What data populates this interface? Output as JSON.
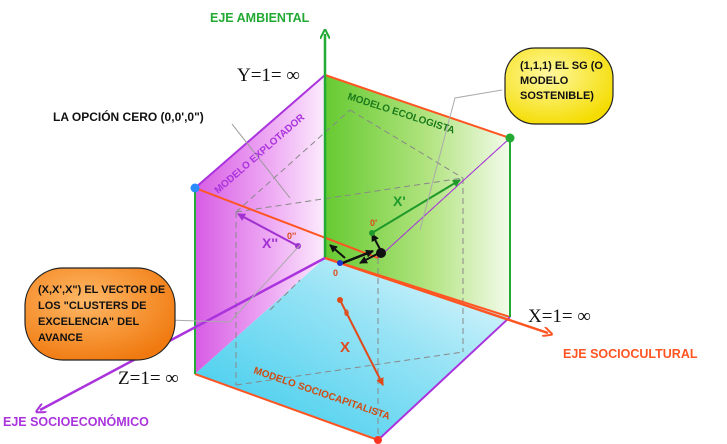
{
  "axes": {
    "ambiental": "EJE AMBIENTAL",
    "sociocultural": "EJE SOCIOCULTURAL",
    "socioeconomico": "EJE SOCIOECONÓMICO"
  },
  "limits": {
    "y": "Y=1= ∞",
    "x": "X=1= ∞",
    "z": "Z=1= ∞"
  },
  "faces": {
    "ecologista": "MODELO ECOLOGISTA",
    "explotador": "MODELO EXPLOTADOR",
    "sociocapitalista": "MODELO SOCIOCAPITALISTA"
  },
  "opcion_cero": "LA OPCIÓN CERO (0,0',0\")",
  "callout_sg": [
    "(1,1,1) EL SG (O",
    "MODELO",
    "SOSTENIBLE)"
  ],
  "callout_vector": [
    "(X,X',X\") EL VECTOR DE",
    "LOS \"CLUSTERS DE",
    "EXCELENCIA\" DEL",
    "AVANCE"
  ],
  "vectors": {
    "x": "X",
    "x_prime": "X'",
    "x_double": "X''",
    "origin_x": "0",
    "origin_x_prime": "0'",
    "origin_x_double": "0''",
    "origin_main": "0"
  },
  "colors": {
    "ambiental": "#22aa33",
    "sociocultural": "#ff5522",
    "socioeconomico": "#aa33dd",
    "ecologista": "#66cc22",
    "explotador": "#dd66ee",
    "sociocapitalista": "#33c8e8",
    "callout": "#ffee22",
    "callout2": "#ff8822"
  }
}
